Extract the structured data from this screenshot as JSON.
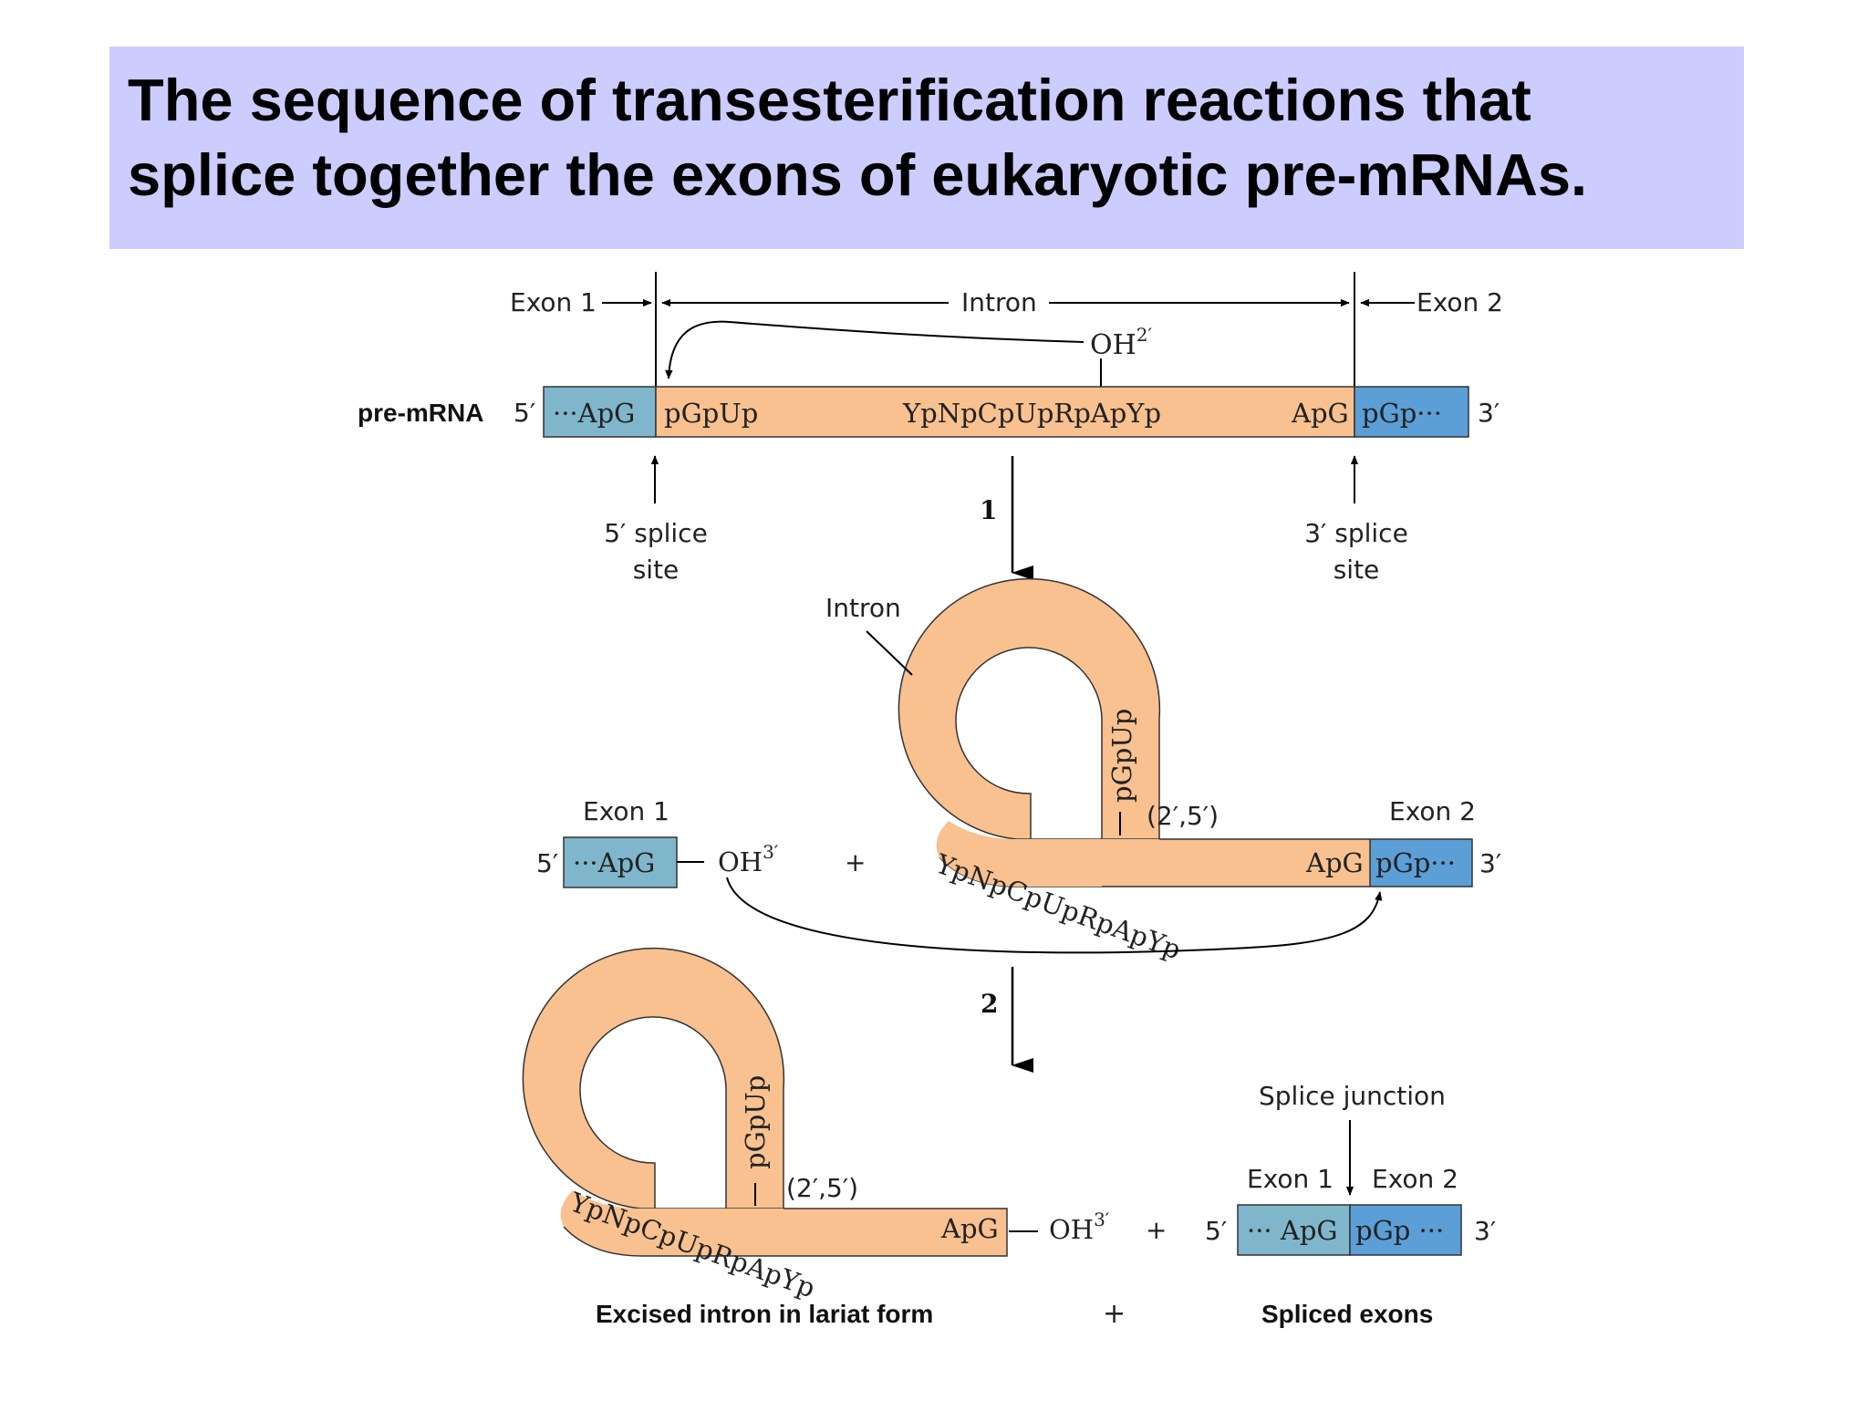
{
  "title": {
    "line1": "The sequence of transesterification reactions that",
    "line2": "splice together the exons of eukaryotic pre-mRNAs."
  },
  "colors": {
    "title_bg": "#ccccff",
    "intron_fill": "#f8c18f",
    "exon1_fill": "#7fb6cc",
    "exon2_fill": "#5b9fd6"
  },
  "top": {
    "exon1_label": "Exon 1",
    "intron_label": "Intron",
    "exon2_label": "Exon 2",
    "oh_label": "OH",
    "oh_sup": "2′",
    "pre_mrna_label": "pre-mRNA",
    "five_prime": "5′",
    "three_prime": "3′",
    "exon1_seq": "···ApG",
    "intron_start_seq": "pGpUp",
    "branch_seq": "YpNpCpUpRpApYp",
    "intron_end_seq": "ApG",
    "exon2_seq": "pGp···",
    "splice5_line1": "5′ splice",
    "splice5_line2": "site",
    "splice3_line1": "3′ splice",
    "splice3_line2": "site"
  },
  "step1": {
    "number": "1",
    "intron_label": "Intron",
    "exon1_label": "Exon 1",
    "exon2_label": "Exon 2",
    "five_prime": "5′",
    "three_prime": "3′",
    "exon1_seq": "···ApG",
    "oh_label": "OH",
    "oh_sup": "3′",
    "plus": "+",
    "loop_seq": "pGpUp",
    "linkage": "(2′,5′)",
    "branch_seq": "YpNpCpUpRpApYp",
    "intron_end_seq": "ApG",
    "exon2_seq": "pGp···"
  },
  "step2": {
    "number": "2",
    "loop_seq": "pGpUp",
    "linkage": "(2′,5′)",
    "branch_seq": "YpNpCpUpRpApYp",
    "intron_end_seq": "ApG",
    "oh_label": "OH",
    "oh_sup": "3′",
    "plus": "+",
    "splice_junction_label": "Splice junction",
    "exon1_label": "Exon 1",
    "exon2_label": "Exon 2",
    "five_prime": "5′",
    "three_prime": "3′",
    "exon1_seq": "··· ApG",
    "exon2_seq": "pGp ···",
    "excised_label": "Excised intron in lariat form",
    "plus_bottom": "+",
    "spliced_label": "Spliced exons"
  }
}
